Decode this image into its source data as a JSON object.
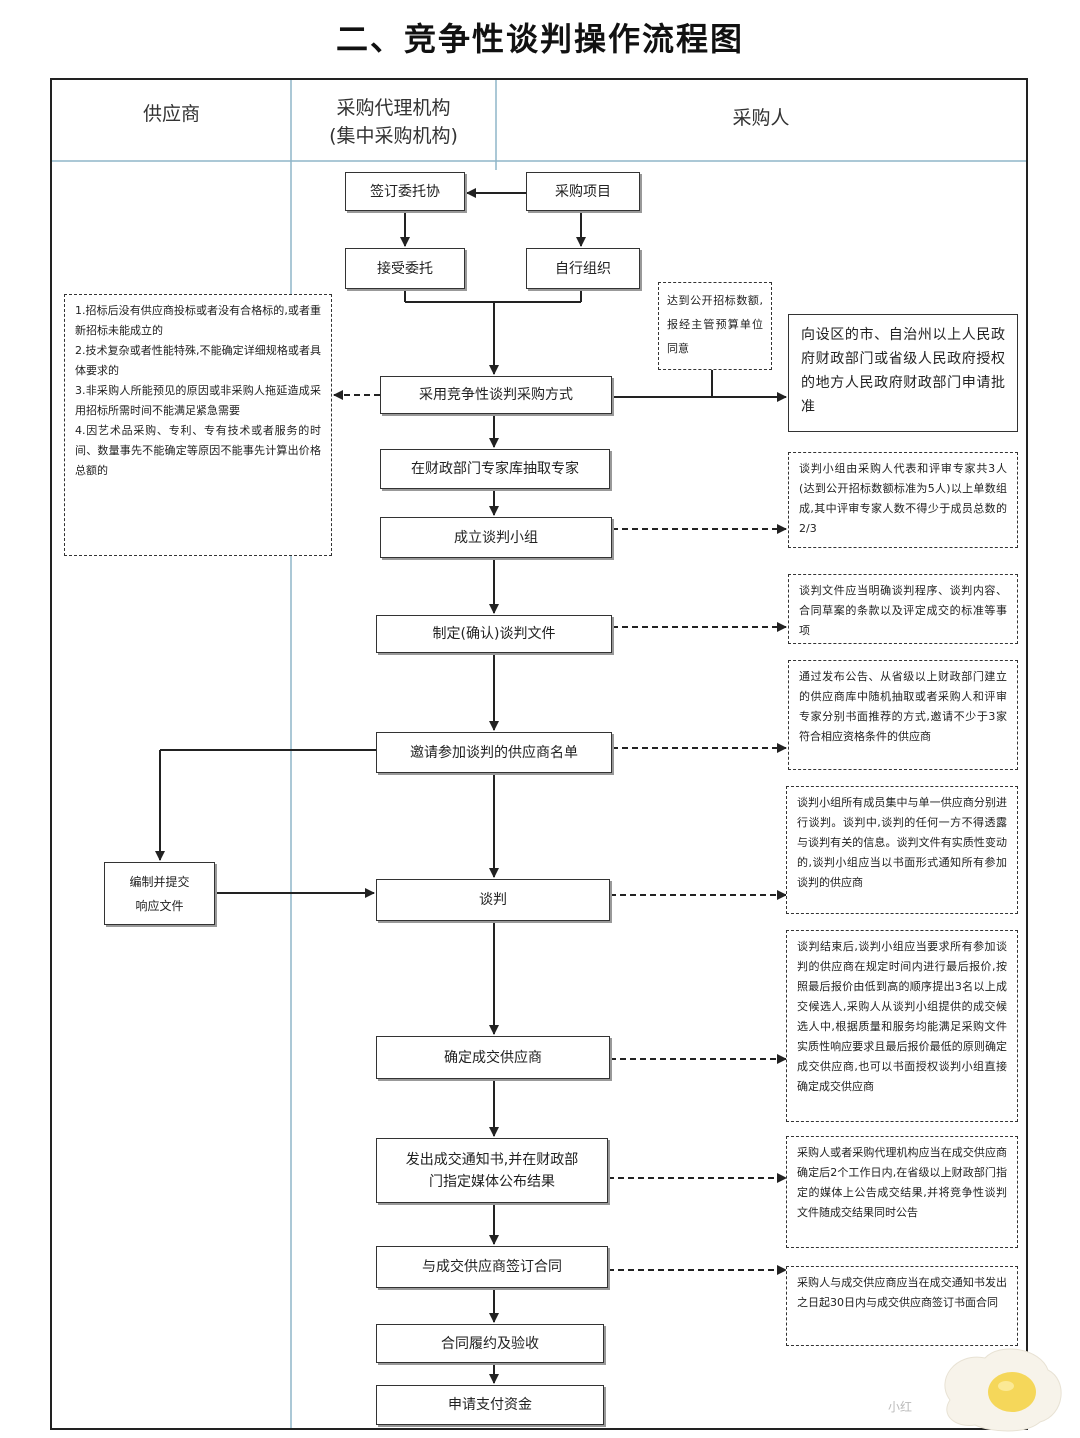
{
  "title": "二、竞争性谈判操作流程图",
  "lanes": {
    "supplier": "供应商",
    "agency_line1": "采购代理机构",
    "agency_line2": "(集中采购机构)",
    "purchaser": "采购人"
  },
  "boxes": {
    "sign_entrust": "签订委托协",
    "purchase_project": "采购项目",
    "accept_entrust": "接受委托",
    "self_organize": "自行组织",
    "adopt_method": "采用竞争性谈判采购方式",
    "extract_experts": "在财政部门专家库抽取专家",
    "form_team": "成立谈判小组",
    "prepare_docs": "制定(确认)谈判文件",
    "invite_list": "邀请参加谈判的供应商名单",
    "negotiate": "谈判",
    "compile_submit_line1": "编制并提交",
    "compile_submit_line2": "响应文件",
    "determine_supplier": "确定成交供应商",
    "issue_notice_line1": "发出成交通知书,并在财政部",
    "issue_notice_line2": "门指定媒体公布结果",
    "sign_contract": "与成交供应商签订合同",
    "perform_accept": "合同履约及验收",
    "apply_payment": "申请支付资金"
  },
  "notes": {
    "criteria": [
      "1.招标后没有供应商投标或者没有合格标的,或者重新招标未能成立的",
      "2.技术复杂或者性能特殊,不能确定详细规格或者具体要求的",
      "3.非采购人所能预见的原因或非采购人拖延造成采用招标所需时间不能满足紧急需要",
      "4.因艺术品采购、专利、专有技术或者服务的时间、数量事先不能确定等原因不能事先计算出价格总额的"
    ],
    "threshold": "达到公开招标数额,报经主管预算单位同意",
    "approval": "向设区的市、自治州以上人民政府财政部门或省级人民政府授权的地方人民政府财政部门申请批准",
    "team": "谈判小组由采购人代表和评审专家共3人(达到公开招标数额标准为5人)以上单数组成,其中评审专家人数不得少于成员总数的2/3",
    "docs": "谈判文件应当明确谈判程序、谈判内容、合同草案的条款以及评定成交的标准等事项",
    "invite": "通过发布公告、从省级以上财政部门建立的供应商库中随机抽取或者采购人和评审专家分别书面推荐的方式,邀请不少于3家符合相应资格条件的供应商",
    "negotiate": "谈判小组所有成员集中与单一供应商分别进行谈判。谈判中,谈判的任何一方不得透露与谈判有关的信息。谈判文件有实质性变动的,谈判小组应当以书面形式通知所有参加谈判的供应商",
    "determine": "谈判结束后,谈判小组应当要求所有参加谈判的供应商在规定时间内进行最后报价,按照最后报价由低到高的顺序提出3名以上成交候选人,采购人从谈判小组提供的成交候选人中,根据质量和服务均能满足采购文件实质性响应要求且最后报价最低的原则确定成交供应商,也可以书面授权谈判小组直接确定成交供应商",
    "notice": "采购人或者采购代理机构应当在成交供应商确定后2个工作日内,在省级以上财政部门指定的媒体上公告成交结果,并将竞争性谈判文件随成交结果同时公告",
    "contract": "采购人与成交供应商应当在成交通知书发出之日起30日内与成交供应商签订书面合同"
  },
  "watermark": "小红"
}
